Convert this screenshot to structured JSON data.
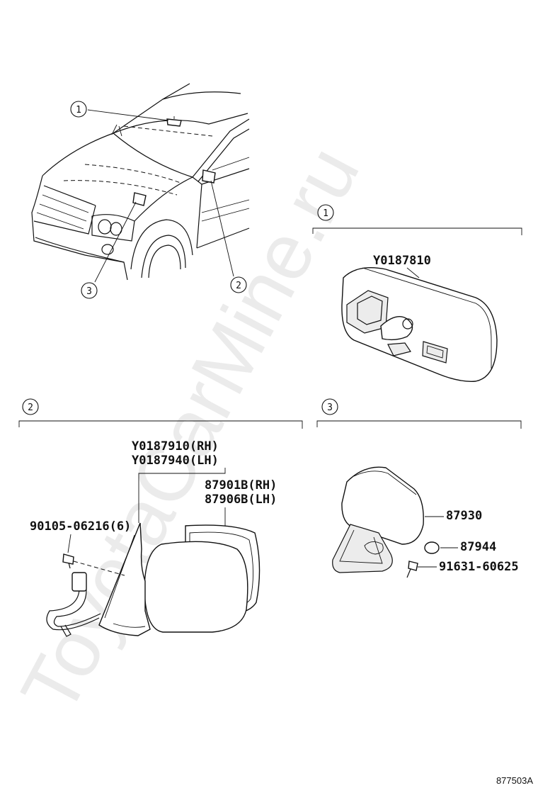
{
  "watermark": "ToyotaCarMine.ru",
  "figure_id": "877503A",
  "callouts": {
    "one": "1",
    "two": "2",
    "three": "3"
  },
  "section_1": {
    "marker": "1",
    "part_number": "Y0187810"
  },
  "section_2": {
    "marker": "2",
    "assembly_rh": "Y0187910(RH)",
    "assembly_lh": "Y0187940(LH)",
    "glass_rh": "87901B(RH)",
    "glass_lh": "87906B(LH)",
    "screw": "90105-06216(6)"
  },
  "section_3": {
    "marker": "3",
    "mirror": "87930",
    "cover": "87944",
    "screw": "91631-60625"
  }
}
